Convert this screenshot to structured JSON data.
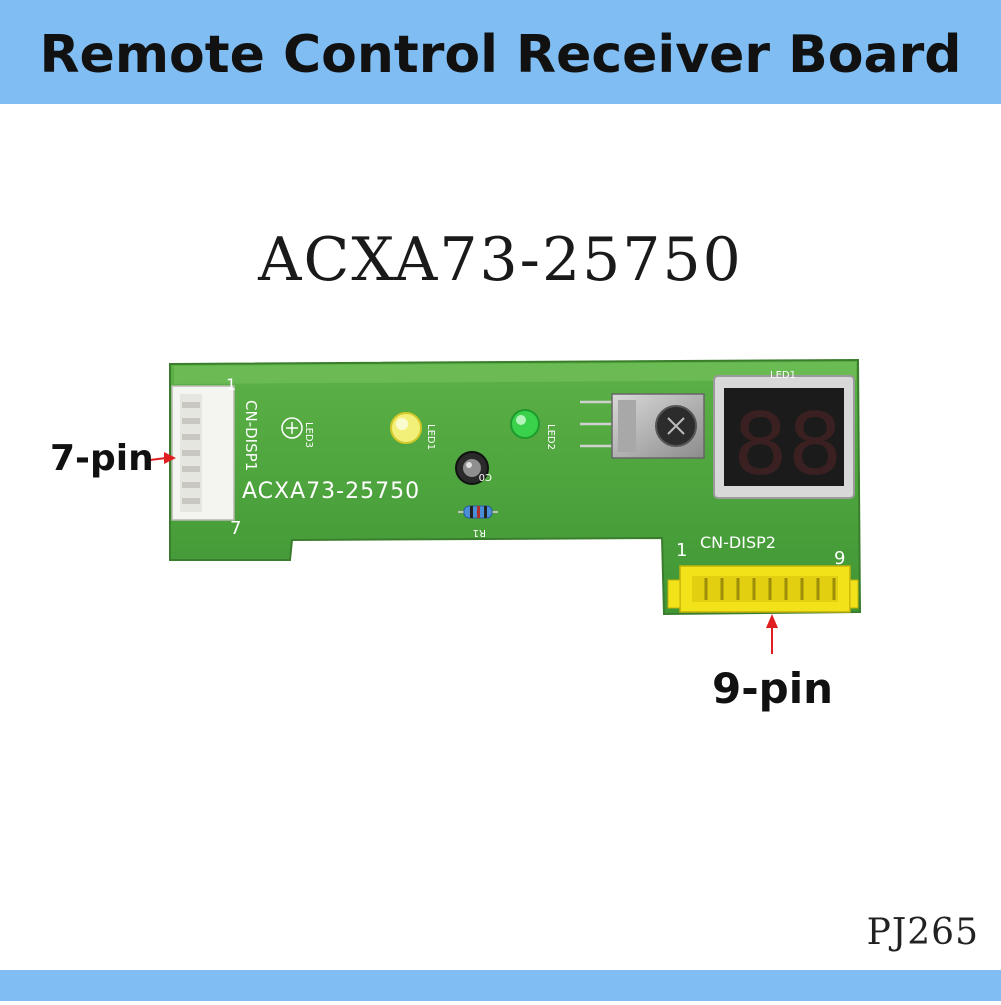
{
  "header": {
    "title": "Remote Control Receiver Board"
  },
  "model_heading": "ACXA73-25750",
  "board": {
    "silkscreen_model": "ACXA73-25750",
    "connector_left_label": "CN-DISP1",
    "connector_right_label": "CN-DISP2",
    "led_labels": [
      "LED3",
      "LED1",
      "LED2",
      "LED1"
    ],
    "cap_label": "C0",
    "resistor_label": "R1",
    "pin_marks": {
      "left_start": "1",
      "left_end": "7",
      "right_start": "1",
      "right_end": "9"
    },
    "display_digits": "88",
    "board_color": "#4fa63a",
    "connector_color": "#f2e21a"
  },
  "annotations": {
    "left_pin": "7-pin",
    "right_pin": "9-pin"
  },
  "footer": {
    "code": "PJ265"
  },
  "colors": {
    "banner": "#7fbdf2",
    "arrow": "#e02020"
  }
}
